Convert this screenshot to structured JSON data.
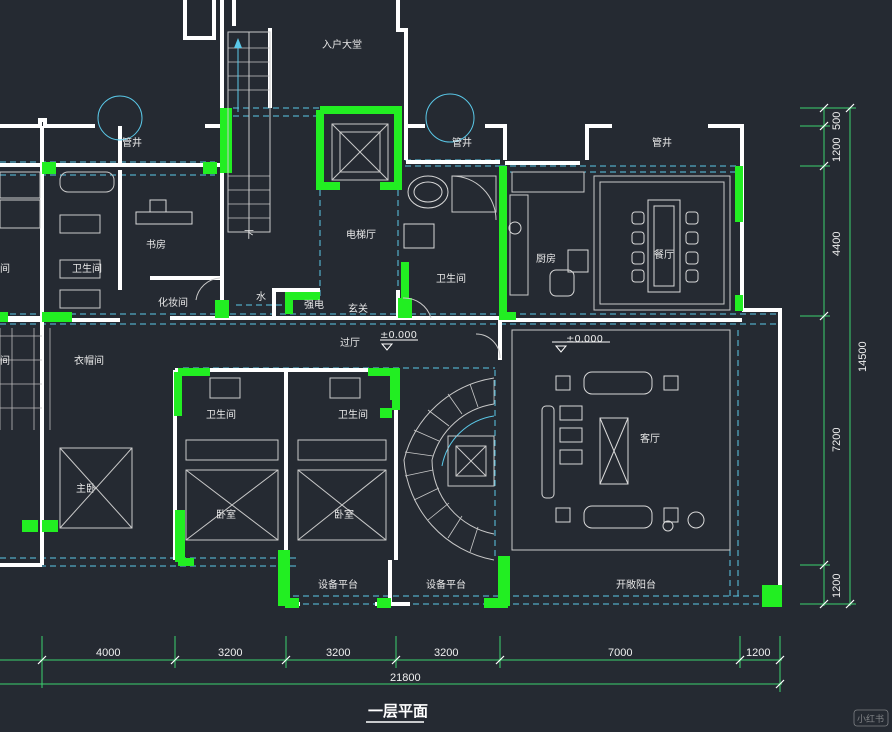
{
  "drawing": {
    "title": "一层平面",
    "watermark": "小红书"
  },
  "rooms": {
    "entrance_hall": "入户大堂",
    "shaft_left": "管井",
    "shaft_mid": "管井",
    "shaft_right": "管井",
    "study": "书房",
    "bath_left": "卫生间",
    "room_edge_left": "间",
    "elevator_hall": "电梯厅",
    "water": "水",
    "electric": "强电",
    "foyer": "玄关",
    "bath_center": "卫生间",
    "kitchen": "厨房",
    "dining": "餐厅",
    "powder": "化妆间",
    "corridor": "过厅",
    "closet": "衣帽间",
    "room_edge_left2": "间",
    "bath_bed1": "卫生间",
    "bath_bed2": "卫生间",
    "living": "客厅",
    "master": "主卧",
    "bed1": "卧室",
    "bed2": "卧室",
    "equip1": "设备平台",
    "equip2": "设备平台",
    "terrace": "开敞阳台",
    "stair_down": "下"
  },
  "levels": {
    "level_a": "±0.000",
    "level_b": "±0.000"
  },
  "dims_bottom": {
    "d1": "4000",
    "d2": "3200",
    "d3": "3200",
    "d4": "3200",
    "d5": "7000",
    "d6": "1200",
    "total": "21800"
  },
  "dims_right": {
    "r1": "500",
    "r2": "1200",
    "r3": "4400",
    "r4": "7200",
    "r5": "1200",
    "total": "14500"
  }
}
